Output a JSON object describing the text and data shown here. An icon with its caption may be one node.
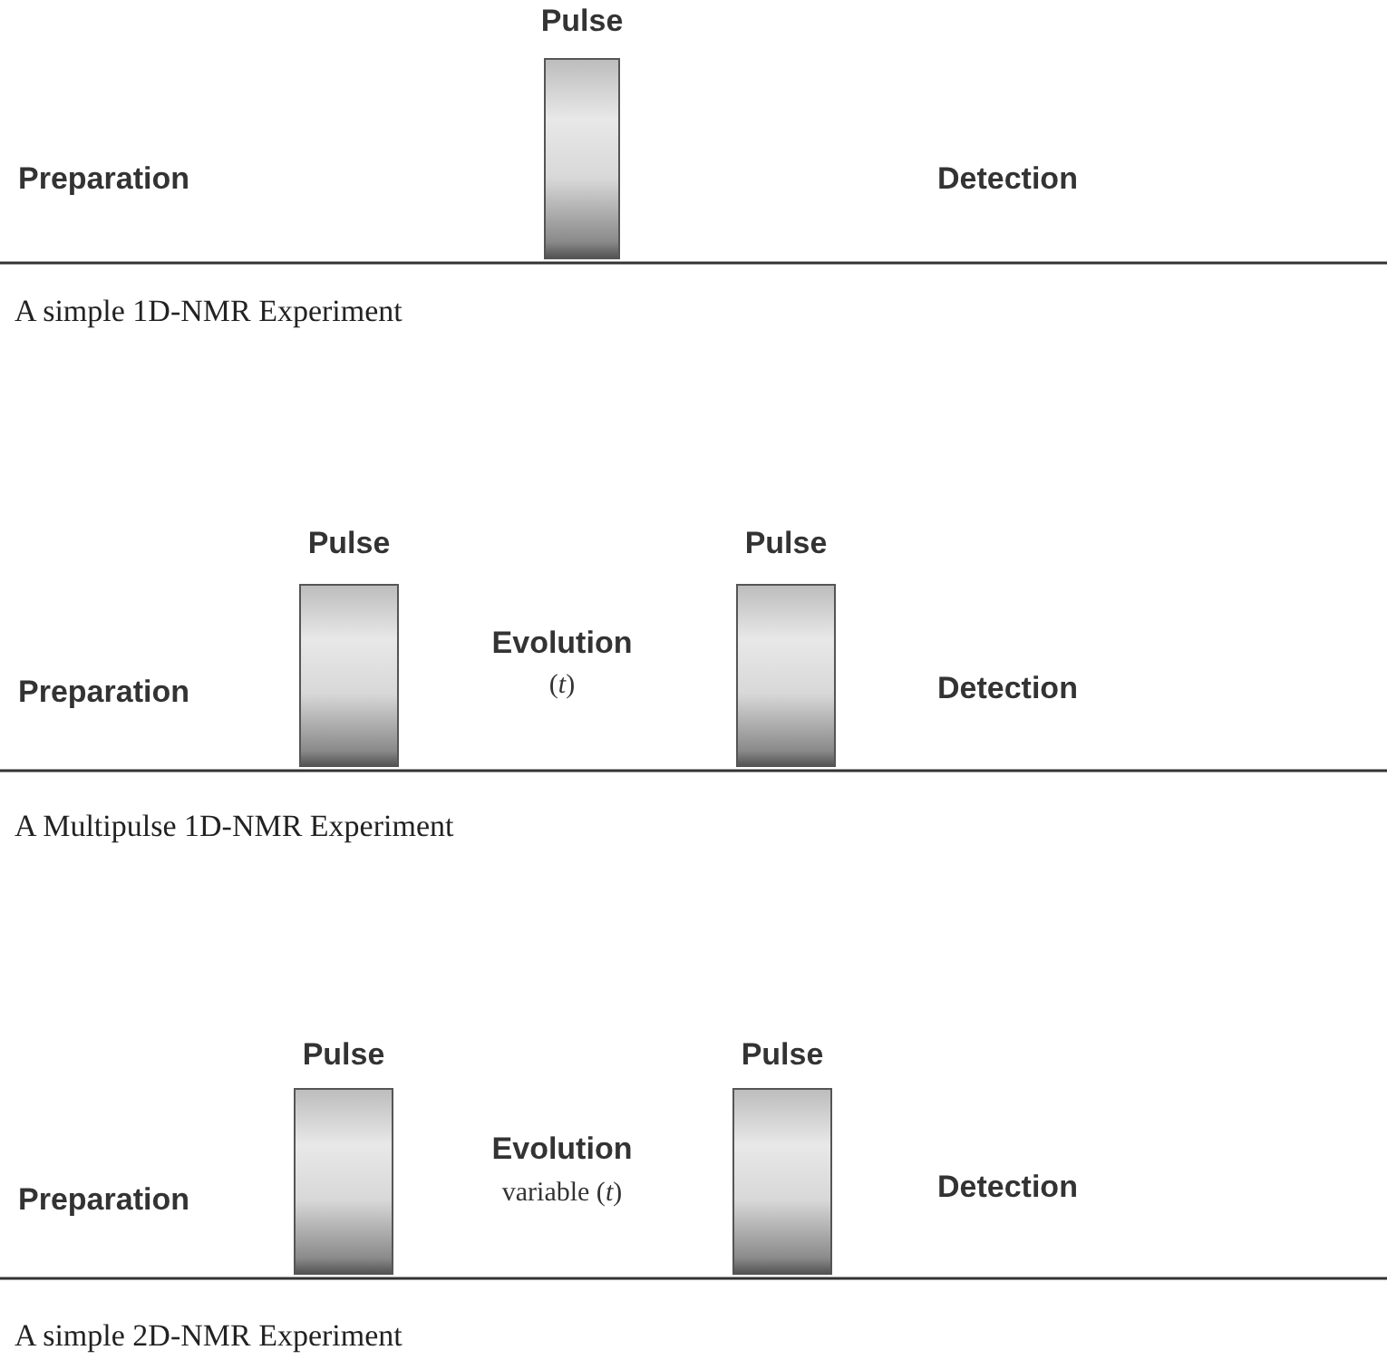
{
  "diagram": {
    "nodes": [
      {
        "text": [
          "Pulse"
        ]
      },
      {
        "text": [
          "Pulse"
        ]
      },
      {
        "text": [
          "Pulse"
        ]
      },
      {
        "text": [
          "Pulse"
        ]
      },
      {
        "text": [
          "Pulse"
        ]
      }
    ],
    "labels": [
      "Preparation",
      "Detection",
      "A simple 1D-NMR Experiment",
      "Evolution",
      "(*t*)",
      "Preparation",
      "Detection",
      "A Multipulse 1D-NMR Experiment",
      "Evolution",
      "variable (*t*)",
      "Preparation",
      "Detection",
      "A simple 2D-NMR Experiment"
    ]
  }
}
